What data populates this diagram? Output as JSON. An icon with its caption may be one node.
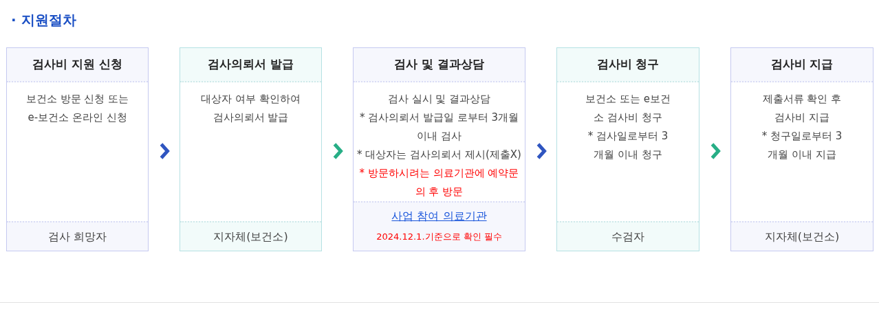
{
  "diagram": {
    "title": "· 지원절차",
    "nodes": [
      {
        "text": [
          "검사비 지원 신청",
          "보건소 방문 신청 또는 e-보건소 온라인 신청",
          "검사 희망자"
        ]
      },
      {
        "text": [
          "검사의뢰서 발급",
          "대상자 여부 확인하여 검사의뢰서 발급",
          "지자체(보건소)"
        ]
      },
      {
        "text": [
          "검사 및 결과상담",
          "검사 실시 및 결과상담",
          "* 검사의뢰서 발급일 로부터 3개월 이내 검사",
          "* 대상자는 검사의뢰서 제시(제출X)",
          "* 방문하시려는 의료기관에 예약문의 후 방문",
          "사업 참여 의료기관",
          "2024.12.1.기준으로 확인 필수"
        ]
      },
      {
        "text": [
          "검사비 청구",
          "보건소 또는 e보건소 검사비 청구",
          "* 검사일로부터 3개월 이내 청구",
          "수검자"
        ]
      },
      {
        "text": [
          "검사비 지급",
          "제출서류 확인 후 검사비 지급",
          "* 청구일로부터 3개월 이내 지급",
          "지자체(보건소)"
        ]
      }
    ],
    "edges": [
      {
        "from": 0,
        "to": 1,
        "arrow": "to",
        "color": "#2f55c0"
      },
      {
        "from": 1,
        "to": 2,
        "arrow": "to",
        "color": "#27ae86"
      },
      {
        "from": 2,
        "to": 3,
        "arrow": "to",
        "color": "#2f55c0"
      },
      {
        "from": 3,
        "to": 4,
        "arrow": "to",
        "color": "#27ae86"
      }
    ]
  }
}
